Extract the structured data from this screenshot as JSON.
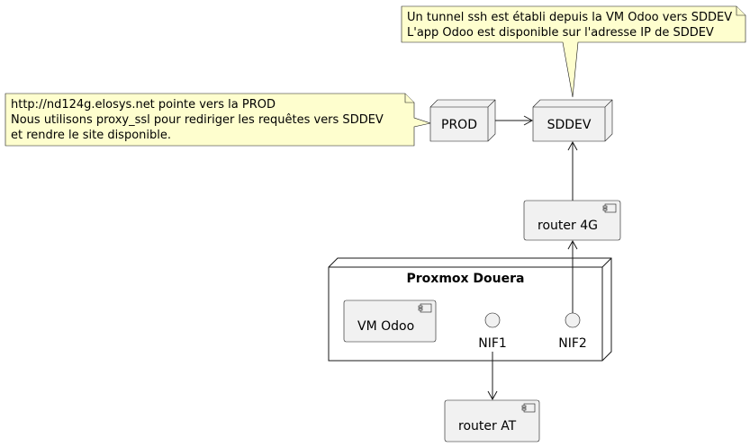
{
  "colors": {
    "node_fill": "#f1f1f1",
    "note_fill": "#fefece",
    "stroke": "#181818",
    "background": "#ffffff"
  },
  "nodes": {
    "prod": {
      "label": "PROD"
    },
    "sddev": {
      "label": "SDDEV"
    },
    "router_4g": {
      "label": "router 4G",
      "icon": "component-icon"
    },
    "proxmox": {
      "label": "Proxmox Douera"
    },
    "vm_odoo": {
      "label": "VM Odoo",
      "icon": "component-icon"
    },
    "nif1": {
      "label": "NIF1",
      "icon": "interface-icon"
    },
    "nif2": {
      "label": "NIF2",
      "icon": "interface-icon"
    },
    "router_at": {
      "label": "router AT",
      "icon": "component-icon"
    }
  },
  "notes": {
    "tunnel": {
      "lines": [
        "Un tunnel ssh est établi depuis la VM Odoo vers SDDEV",
        "L'app Odoo est disponible sur l'adresse IP de SDDEV"
      ]
    },
    "proxy": {
      "lines": [
        "http://nd124g.elosys.net pointe vers la PROD",
        "Nous utilisons proxy_ssl pour rediriger les requêtes vers SDDEV",
        "et rendre le site disponible."
      ]
    }
  },
  "edges": [
    {
      "from": "PROD",
      "to": "SDDEV"
    },
    {
      "from": "router 4G",
      "to": "SDDEV"
    },
    {
      "from": "NIF2",
      "to": "router 4G"
    },
    {
      "from": "NIF1",
      "to": "router AT"
    }
  ]
}
